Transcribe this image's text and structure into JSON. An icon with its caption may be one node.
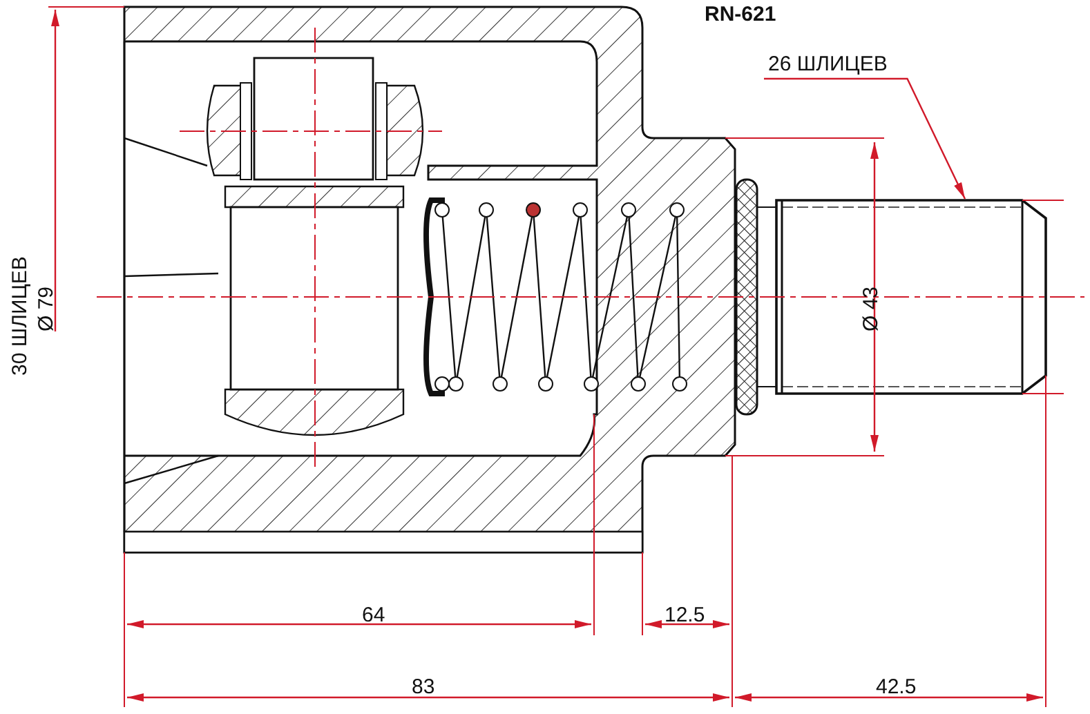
{
  "diagram": {
    "title": "RN-621",
    "nodes": [
      {
        "text": [
          "26 ШЛИЦЕВ"
        ]
      },
      {
        "text": [],
        "shape": "box"
      }
    ],
    "edges": [
      {
        "from": 0,
        "to": 1,
        "arrow": "to"
      }
    ],
    "labels": [
      "30 ШЛИЦЕВ",
      "Ø 79",
      "Ø 43",
      "64",
      "12.5",
      "83",
      "42.5"
    ]
  }
}
